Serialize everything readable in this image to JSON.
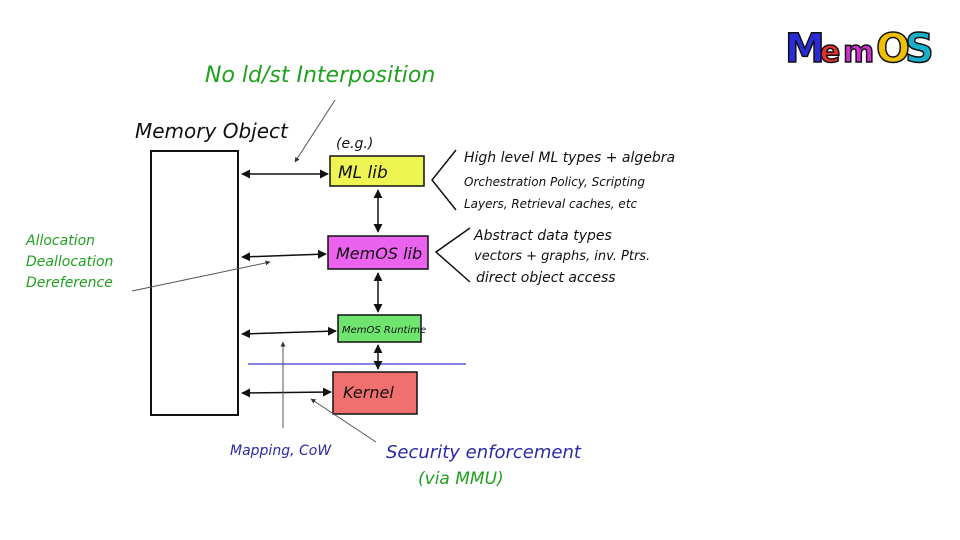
{
  "logo": {
    "letters": [
      "M",
      "e",
      "m",
      "O",
      "S"
    ],
    "colors": [
      "#2b2bd8",
      "#e83030",
      "#d030d0",
      "#f0c000",
      "#18b0c8"
    ]
  },
  "annotations": {
    "no_ld_st": "No ld/st Interposition",
    "memory_object": "Memory Object",
    "eg": "(e.g.)",
    "allocation": [
      "Allocation",
      "Deallocation",
      "Dereference"
    ],
    "mapping": "Mapping, CoW",
    "security": "Security enforcement",
    "security_via": "(via MMU)"
  },
  "boxes": {
    "ml_lib": "ML lib",
    "memos_lib": "MemOS lib",
    "memos_runtime": "MemOS Runtime",
    "kernel": "Kernel"
  },
  "ml_lib_notes": [
    "High level ML types + algebra",
    "Orchestration Policy, Scripting",
    "Layers, Retrieval caches, etc"
  ],
  "memos_lib_notes": [
    "Abstract data types",
    "vectors + graphs, inv. Ptrs.",
    "direct object access"
  ],
  "colors": {
    "green_text": "#1fa01f",
    "blue_text": "#2a2aa8",
    "ml_lib_fill": "#eef552",
    "memos_lib_fill": "#ea62ee",
    "runtime_fill": "#6fe56f",
    "kernel_fill": "#f07070",
    "divider": "#5a5ad8"
  }
}
